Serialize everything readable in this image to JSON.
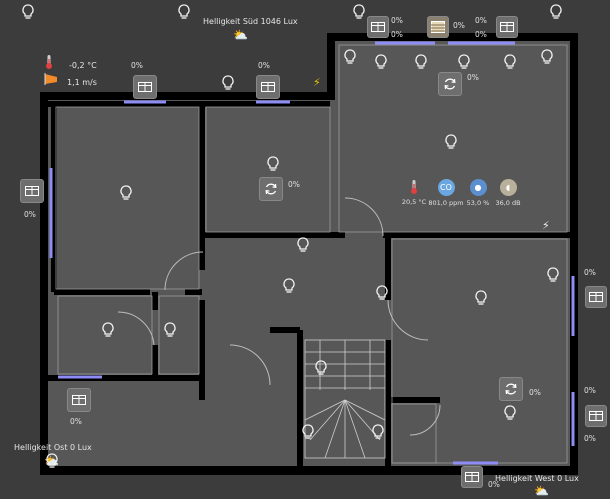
{
  "outdoor": {
    "temperature": "-0,2 °C",
    "wind": "1,1 m/s",
    "brightness_south": "Helligkeit Süd 1046 Lux",
    "brightness_east": "Helligkeit Ost 0 Lux",
    "brightness_west": "Helligkeit West 0 Lux"
  },
  "climate": {
    "temperature": "20,5 °C",
    "co2": "801,0 ppm",
    "humidity": "53,0 %",
    "noise": "36,0 dB"
  },
  "blinds": [
    {
      "id": "b1",
      "value": "0%"
    },
    {
      "id": "b2",
      "value": "0%"
    },
    {
      "id": "b3",
      "value": "0%"
    },
    {
      "id": "b4",
      "value": "0%"
    },
    {
      "id": "b5",
      "value": "0%"
    },
    {
      "id": "b6",
      "value": "0%"
    },
    {
      "id": "b7",
      "value": "0%"
    },
    {
      "id": "b8",
      "value": "0%"
    },
    {
      "id": "b9",
      "value": "0%"
    },
    {
      "id": "b10",
      "value": "0%"
    },
    {
      "id": "b11",
      "value": "0%"
    },
    {
      "id": "b12",
      "value": "0%"
    },
    {
      "id": "b13",
      "value": "0%"
    }
  ],
  "ventilation": [
    {
      "id": "v1",
      "value": "0%"
    },
    {
      "id": "v2",
      "value": "0%"
    },
    {
      "id": "v3",
      "value": "0%"
    }
  ],
  "colors": {
    "wall": "#000000",
    "floor": "#575757",
    "background": "#3c3c3c",
    "window": "#8d8df5",
    "accent": "#f2c400",
    "tile": "#6e6e6e"
  }
}
